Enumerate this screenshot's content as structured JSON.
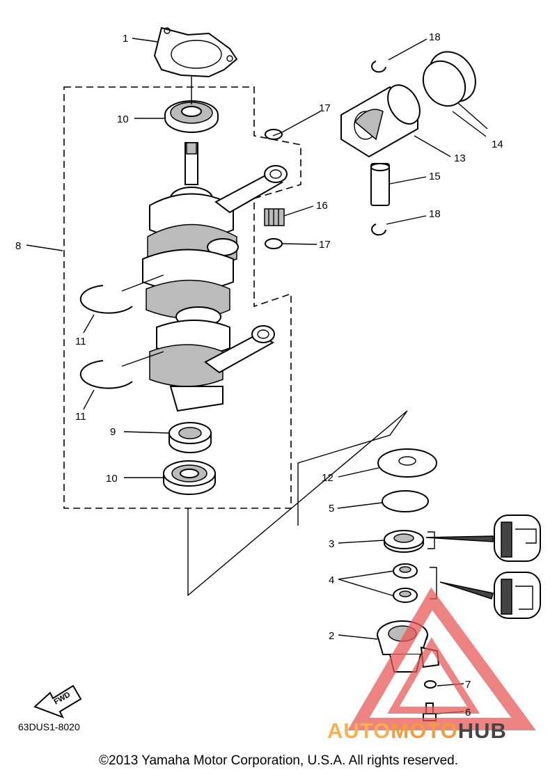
{
  "callouts": [
    {
      "id": "c1",
      "text": "1"
    },
    {
      "id": "c10a",
      "text": "10"
    },
    {
      "id": "c8",
      "text": "8"
    },
    {
      "id": "c11a",
      "text": "11"
    },
    {
      "id": "c11b",
      "text": "11"
    },
    {
      "id": "c9",
      "text": "9"
    },
    {
      "id": "c10b",
      "text": "10"
    },
    {
      "id": "c18a",
      "text": "18"
    },
    {
      "id": "c17a",
      "text": "17"
    },
    {
      "id": "c14",
      "text": "14"
    },
    {
      "id": "c13",
      "text": "13"
    },
    {
      "id": "c15",
      "text": "15"
    },
    {
      "id": "c16",
      "text": "16"
    },
    {
      "id": "c18b",
      "text": "18"
    },
    {
      "id": "c17b",
      "text": "17"
    },
    {
      "id": "c12",
      "text": "12"
    },
    {
      "id": "c5",
      "text": "5"
    },
    {
      "id": "c3",
      "text": "3"
    },
    {
      "id": "c4",
      "text": "4"
    },
    {
      "id": "c2",
      "text": "2"
    },
    {
      "id": "c7",
      "text": "7"
    },
    {
      "id": "c6",
      "text": "6"
    }
  ],
  "fwd_label": "FWD",
  "diagram_code": "63DUS1-8020",
  "copyright": "©2013 Yamaha Motor Corporation, U.S.A. All rights reserved.",
  "watermark": {
    "part1": "AUTO",
    "part2": "MOTO",
    "part3": "HUB"
  },
  "colors": {
    "watermark_red": "#e85a5a",
    "watermark_orange": "#f39c3a"
  }
}
